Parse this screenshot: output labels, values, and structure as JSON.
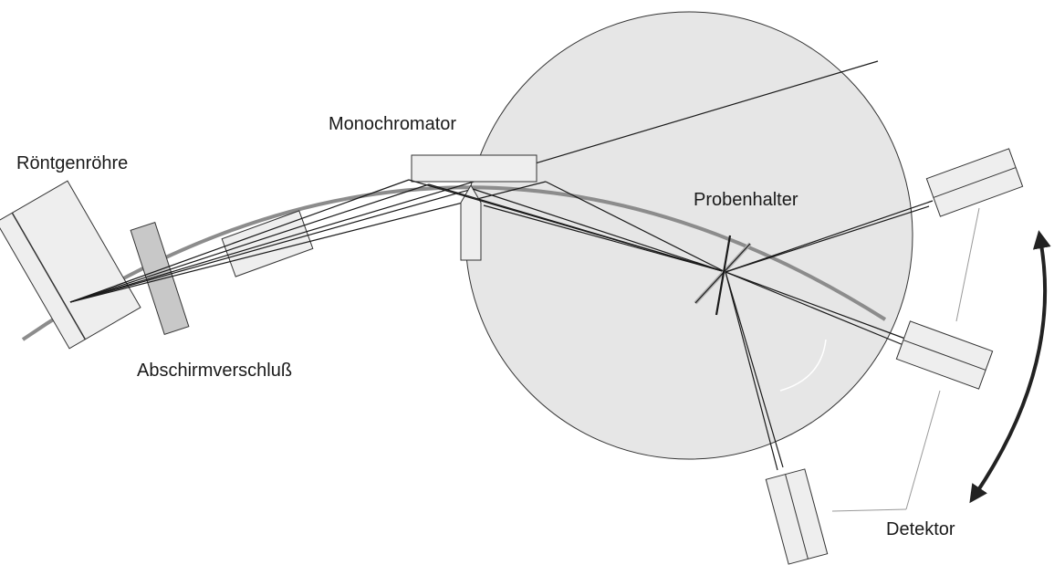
{
  "labels": {
    "tube": "Röntgenröhre",
    "shutter": "Abschirmverschluß",
    "monochromator": "Monochromator",
    "sample_holder": "Probenhalter",
    "detector": "Detektor"
  },
  "colors": {
    "outline": "#333333",
    "beam": "#1a1a1a",
    "circle_fill": "#e6e6e6",
    "component_fill": "#eeeeee",
    "shutter_fill": "#c8c8c8",
    "arc_stroke": "#8c8c8c",
    "arrow": "#222222"
  }
}
